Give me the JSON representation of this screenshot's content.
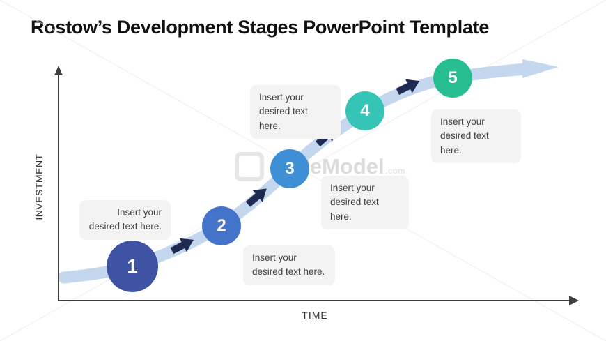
{
  "title": "Rostow’s Development Stages PowerPoint Template",
  "axes": {
    "y_label": "INVESTMENT",
    "x_label": "TIME"
  },
  "stages": [
    {
      "number": "1",
      "color": "#3F53A4"
    },
    {
      "number": "2",
      "color": "#4374C9"
    },
    {
      "number": "3",
      "color": "#3F8FD6"
    },
    {
      "number": "4",
      "color": "#35C4B5"
    },
    {
      "number": "5",
      "color": "#27BF92"
    }
  ],
  "notes": [
    {
      "line1": "Insert your",
      "line2": "desired text here."
    },
    {
      "line1": "Insert your",
      "line2": "desired text here."
    },
    {
      "line1": "Insert your",
      "line2": "desired text here."
    },
    {
      "line1": "Insert your",
      "line2": "desired text here."
    },
    {
      "line1": "Insert your",
      "line2": "desired text here."
    }
  ],
  "watermark": {
    "brand": "SlideModel",
    "tld": ".com"
  },
  "colors": {
    "curve_band": "#C5D7EF",
    "connector_arrow": "#1E2A52",
    "axis": "#3F3F3F",
    "note_background": "#F3F3F4",
    "note_text": "#404040"
  }
}
